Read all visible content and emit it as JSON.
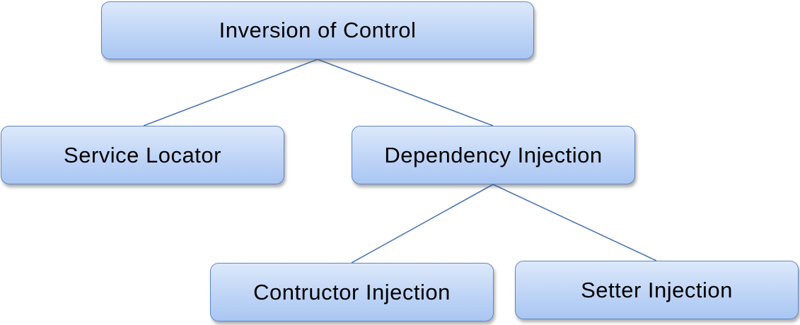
{
  "diagram": {
    "nodes": [
      {
        "id": "ioc",
        "label": "Inversion of Control"
      },
      {
        "id": "sl",
        "label": "Service Locator"
      },
      {
        "id": "di",
        "label": "Dependency Injection"
      },
      {
        "id": "ci",
        "label": "Contructor Injection"
      },
      {
        "id": "si",
        "label": "Setter Injection"
      }
    ],
    "edges": [
      {
        "from": "ioc",
        "to": "sl"
      },
      {
        "from": "ioc",
        "to": "di"
      },
      {
        "from": "di",
        "to": "ci"
      },
      {
        "from": "di",
        "to": "si"
      }
    ],
    "colors": {
      "node_fill": "#b8d0f5",
      "node_border": "#5f86c4",
      "connector": "#4a76b5"
    }
  }
}
